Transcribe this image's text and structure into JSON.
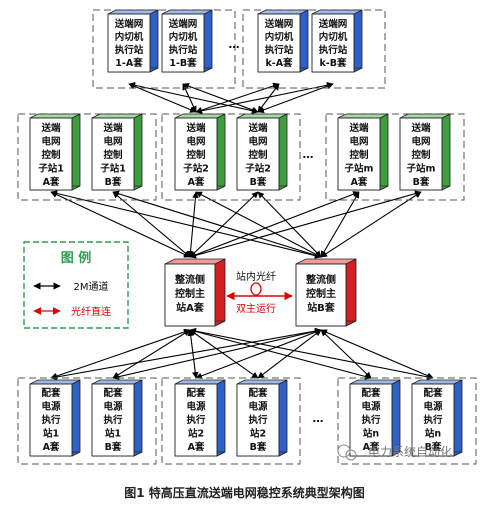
{
  "caption": "图1 特高压直流送端电网稳控系统典型架构图",
  "watermark": "电力系统自动化",
  "ellipsis": "…",
  "legend": {
    "title": "图 例",
    "items": [
      {
        "label": "2M通道",
        "color": "#000000"
      },
      {
        "label": "光纤直连",
        "color": "#e00000"
      }
    ]
  },
  "masters": {
    "a": [
      "整流侧",
      "控制主",
      "站A套"
    ],
    "b": [
      "整流侧",
      "控制主",
      "站B套"
    ],
    "fiber_label": "站内光纤",
    "dual_label": "双主运行"
  },
  "cut_stations": [
    [
      "送端网",
      "内切机",
      "执行站",
      "1-A套"
    ],
    [
      "送端网",
      "内切机",
      "执行站",
      "1-B套"
    ],
    [
      "送端网",
      "内切机",
      "执行站",
      "k-A套"
    ],
    [
      "送端网",
      "内切机",
      "执行站",
      "k-B套"
    ]
  ],
  "sub_stations": [
    [
      "送端",
      "电网",
      "控制",
      "子站1",
      "A套"
    ],
    [
      "送端",
      "电网",
      "控制",
      "子站1",
      "B套"
    ],
    [
      "送端",
      "电网",
      "控制",
      "子站2",
      "A套"
    ],
    [
      "送端",
      "电网",
      "控制",
      "子站2",
      "B套"
    ],
    [
      "送端",
      "电网",
      "控制",
      "子站m",
      "A套"
    ],
    [
      "送端",
      "电网",
      "控制",
      "子站m",
      "B套"
    ]
  ],
  "power_stations": [
    [
      "配套",
      "电源",
      "执行",
      "站1",
      "A套"
    ],
    [
      "配套",
      "电源",
      "执行",
      "站1",
      "B套"
    ],
    [
      "配套",
      "电源",
      "执行",
      "站2",
      "A套"
    ],
    [
      "配套",
      "电源",
      "执行",
      "站2",
      "B套"
    ],
    [
      "配套",
      "电源",
      "执行",
      "站n",
      "A套"
    ],
    [
      "配套",
      "电源",
      "执行",
      "站n",
      "B套"
    ]
  ],
  "colors": {
    "white_box": "#ffffff",
    "green_side": "#3e9e3e",
    "blue_side": "#2f60c8",
    "red_side": "#d42020",
    "group_border": "#555555",
    "legend_border": "#2e9e4e",
    "legend_title": "#2e9e4e"
  }
}
